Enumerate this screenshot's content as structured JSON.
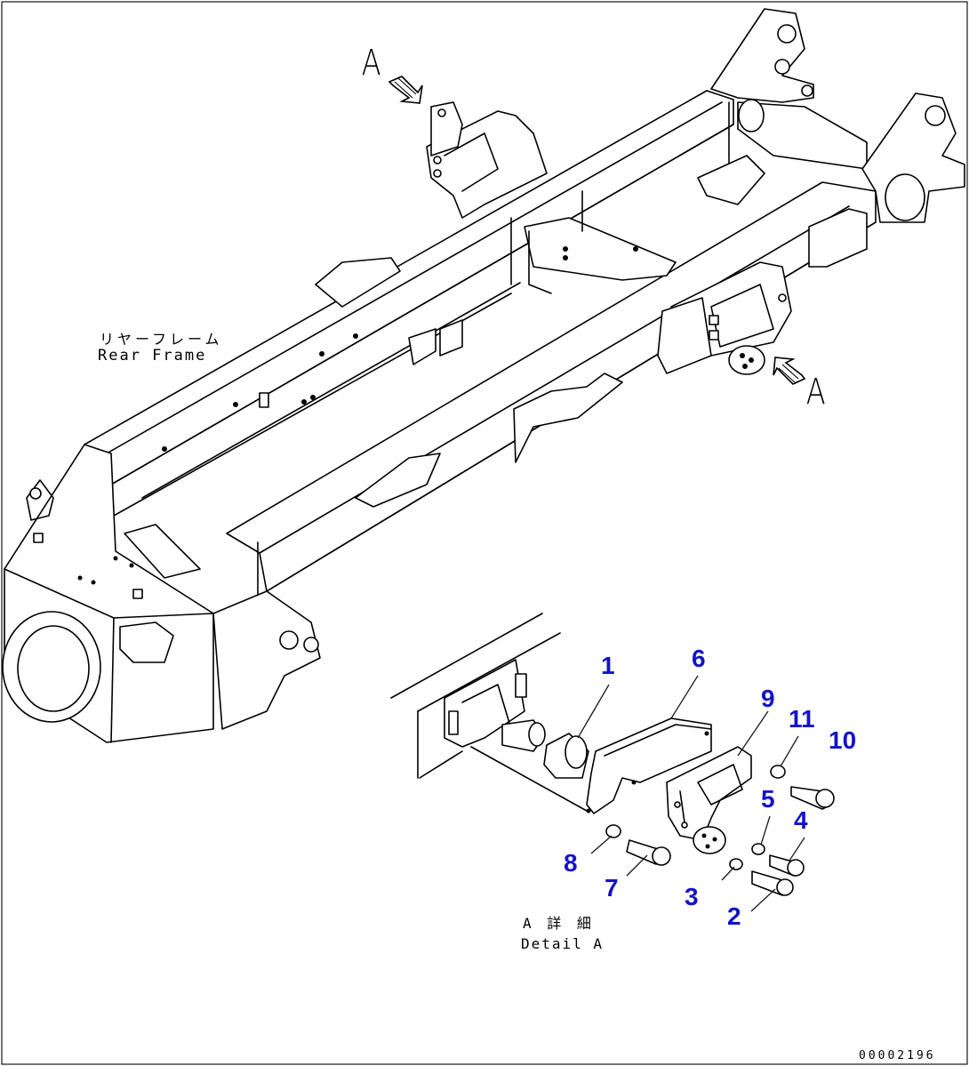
{
  "labels": {
    "frame_jp": "リヤーフレーム",
    "frame_en": "Rear Frame",
    "detail_jp": "A 詳 細",
    "detail_en": "Detail A",
    "view_top": "A",
    "view_right": "A",
    "doc_number": "00002196"
  },
  "callouts": [
    {
      "id": "1",
      "text": "1"
    },
    {
      "id": "2",
      "text": "2"
    },
    {
      "id": "3",
      "text": "3"
    },
    {
      "id": "4",
      "text": "4"
    },
    {
      "id": "5",
      "text": "5"
    },
    {
      "id": "6",
      "text": "6"
    },
    {
      "id": "7",
      "text": "7"
    },
    {
      "id": "8",
      "text": "8"
    },
    {
      "id": "9",
      "text": "9"
    },
    {
      "id": "10",
      "text": "10"
    },
    {
      "id": "11",
      "text": "11"
    }
  ],
  "colors": {
    "lines": "#000000",
    "callouts": "#1313c8",
    "background": "#ffffff"
  }
}
